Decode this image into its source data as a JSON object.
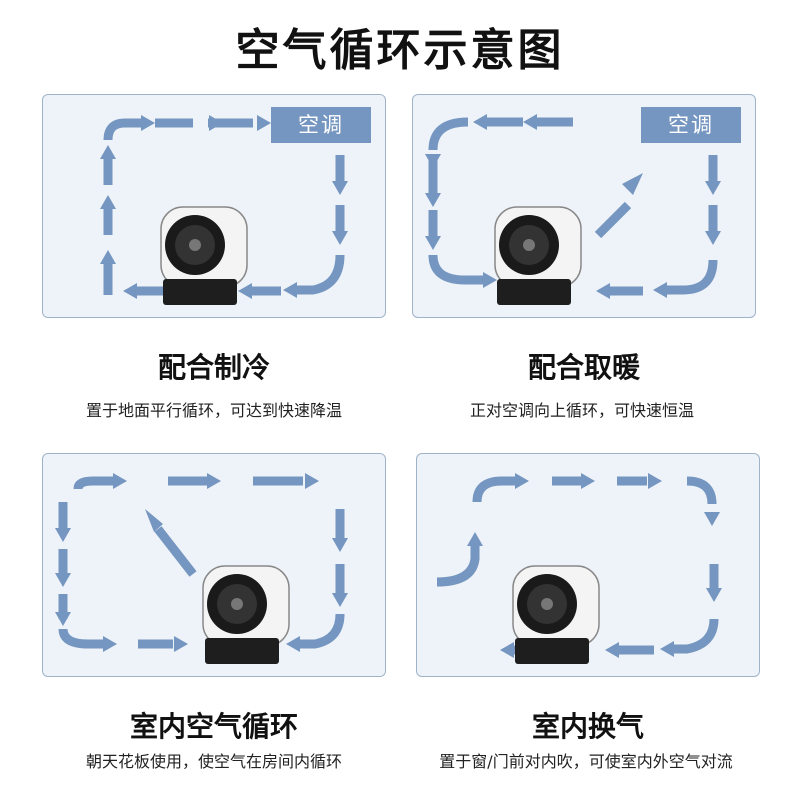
{
  "title": "空气循环示意图",
  "panels": [
    {
      "ac_label": "空调",
      "heading": "配合制冷",
      "desc": "置于地面平行循环，可达到快速降温"
    },
    {
      "ac_label": "空调",
      "heading": "配合取暖",
      "desc": "正对空调向上循环，可快速恒温"
    },
    {
      "heading": "室内空气循环",
      "desc": "朝天花板使用，使空气在房间内循环"
    },
    {
      "heading": "室内换气",
      "desc": "置于窗/门前对内吹，可使室内外空气对流"
    }
  ],
  "colors": {
    "arrow": "#7596c0",
    "panel_bg": "#eef3f9",
    "panel_border": "#9fb3c8",
    "ac_box": "#7596c0"
  }
}
